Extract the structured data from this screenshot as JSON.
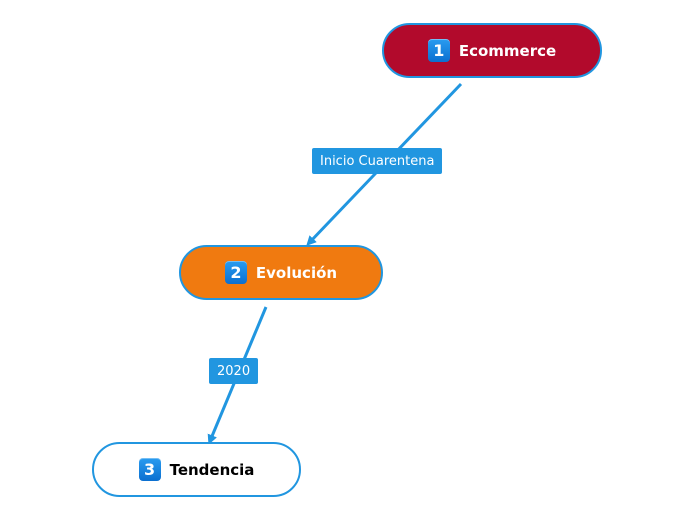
{
  "nodes": [
    {
      "number": "1",
      "label": "Ecommerce",
      "fill": "#b20a2c",
      "text_color": "#ffffff"
    },
    {
      "number": "2",
      "label": "Evolución",
      "fill": "#f07a10",
      "text_color": "#ffffff"
    },
    {
      "number": "3",
      "label": "Tendencia",
      "fill": "#ffffff",
      "text_color": "#000000"
    }
  ],
  "edges": [
    {
      "from": "1",
      "to": "2",
      "label": "Inicio Cuarentena"
    },
    {
      "from": "2",
      "to": "3",
      "label": "2020"
    }
  ],
  "colors": {
    "connector": "#2196e0",
    "border": "#2196e0",
    "label_bg": "#2196e0",
    "badge": "#1a86e8"
  }
}
